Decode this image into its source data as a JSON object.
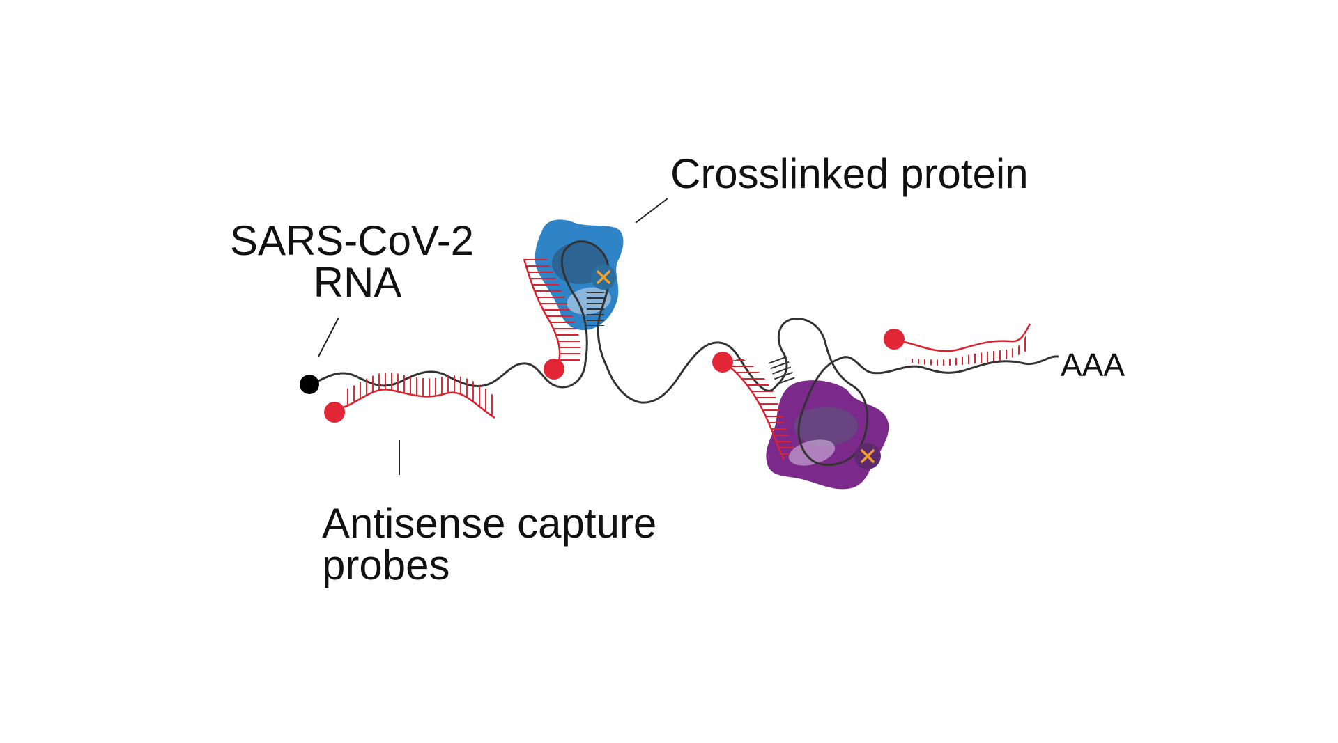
{
  "labels": {
    "rna_line1": "SARS-CoV-2",
    "rna_line2": "RNA",
    "protein": "Crosslinked protein",
    "probes_line1": "Antisense capture",
    "probes_line2": "probes",
    "poly_a": "AAA"
  },
  "colors": {
    "rna_strand": "#333333",
    "probe": "#d9232e",
    "protein_blue": "#2f84c8",
    "protein_purple": "#7b2a8c",
    "crosslink_mark": "#f5a02a",
    "cap": "#000000"
  },
  "icons": {
    "crosslink": "x-mark-icon",
    "probe_tag": "red-dot",
    "cap": "black-dot"
  }
}
